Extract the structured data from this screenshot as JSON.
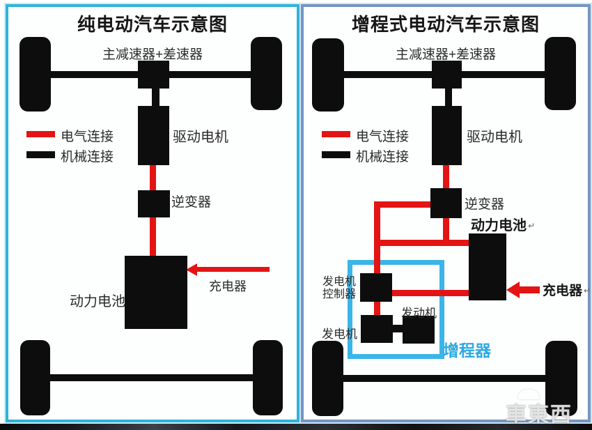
{
  "left": {
    "title": "纯电动汽车示意图",
    "legend_electrical": "电气连接",
    "legend_mechanical": "机械连接",
    "reducer_label": "主减速器+差速器",
    "motor_label": "驱动电机",
    "inverter_label": "逆变器",
    "battery_label": "动力电池",
    "charger_label": "充电器"
  },
  "right": {
    "title": "增程式电动汽车示意图",
    "legend_electrical": "电气连接",
    "legend_mechanical": "机械连接",
    "reducer_label": "主减速器+差速器",
    "motor_label": "驱动电机",
    "inverter_label": "逆变器",
    "battery_label": "动力电池",
    "charger_label": "充电器",
    "generator_controller_line1": "发电机",
    "generator_controller_line2": "控制器",
    "generator_label": "发电机",
    "engine_label": "发动机",
    "range_extender_label": "增程器",
    "return_mark": "↵"
  },
  "watermark": "車東西",
  "colors": {
    "electrical_red": "#e41414",
    "mechanical_black": "#0d0d0d",
    "left_panel_border": "#2fb3d9",
    "right_panel_border": "#7595c2",
    "range_extender_box": "#3ab5e8",
    "range_extender_text": "#2fa9e1"
  }
}
